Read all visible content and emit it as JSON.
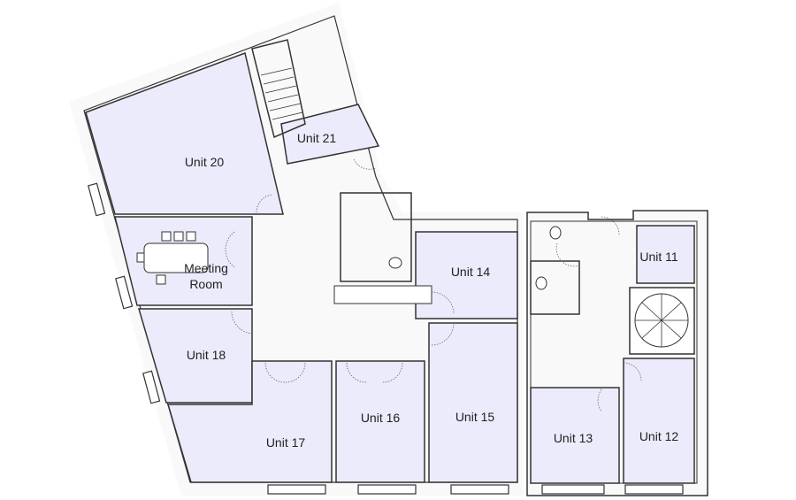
{
  "plan": {
    "rooms": [
      {
        "id": "unit-20",
        "label": "Unit 20"
      },
      {
        "id": "unit-21",
        "label": "Unit 21"
      },
      {
        "id": "meeting-room",
        "label": "Meeting",
        "label2": "Room"
      },
      {
        "id": "unit-18",
        "label": "Unit 18"
      },
      {
        "id": "unit-17",
        "label": "Unit 17"
      },
      {
        "id": "unit-16",
        "label": "Unit 16"
      },
      {
        "id": "unit-15",
        "label": "Unit 15"
      },
      {
        "id": "unit-14",
        "label": "Unit 14"
      },
      {
        "id": "unit-13",
        "label": "Unit 13"
      },
      {
        "id": "unit-12",
        "label": "Unit 12"
      },
      {
        "id": "unit-11",
        "label": "Unit 11"
      }
    ],
    "colors": {
      "unit_fill": "#ebebfb",
      "corridor": "#f9f9f9",
      "wall": "#333333"
    }
  }
}
